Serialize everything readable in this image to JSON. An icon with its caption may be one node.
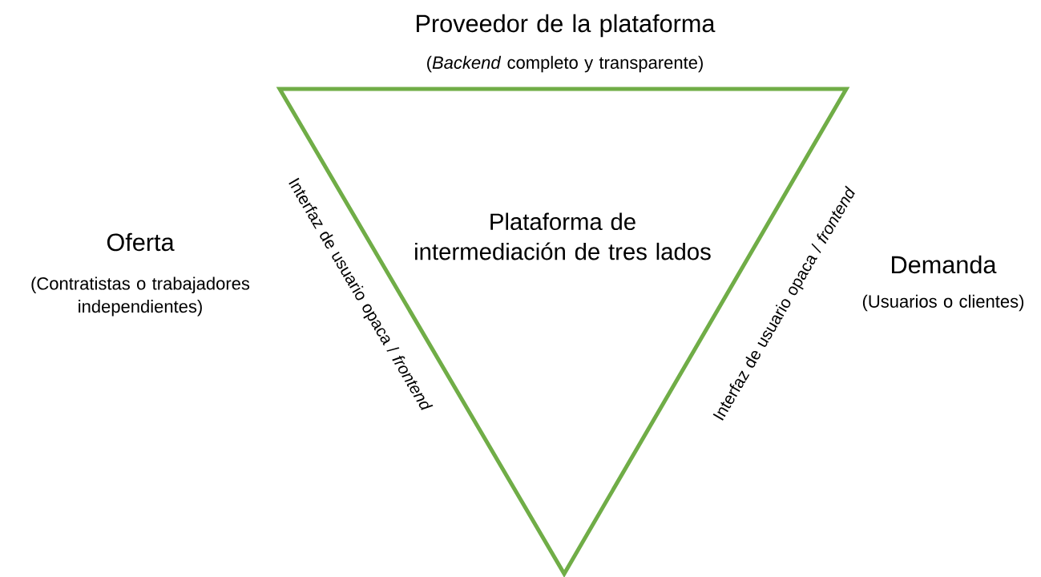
{
  "diagram": {
    "nodes": [
      {
        "text": [
          "Plataforma de intermediación de tres lados"
        ]
      }
    ],
    "labels": [
      "Proveedor de la plataforma",
      "(*Backend* completo y transparente)",
      "Oferta",
      "(Contratistas o trabajadores independientes)",
      "Demanda",
      "(Usuarios o clientes)",
      "Interfaz de usuario opaca / *frontend*",
      "Interfaz de usuario opaca / *frontend*"
    ]
  }
}
